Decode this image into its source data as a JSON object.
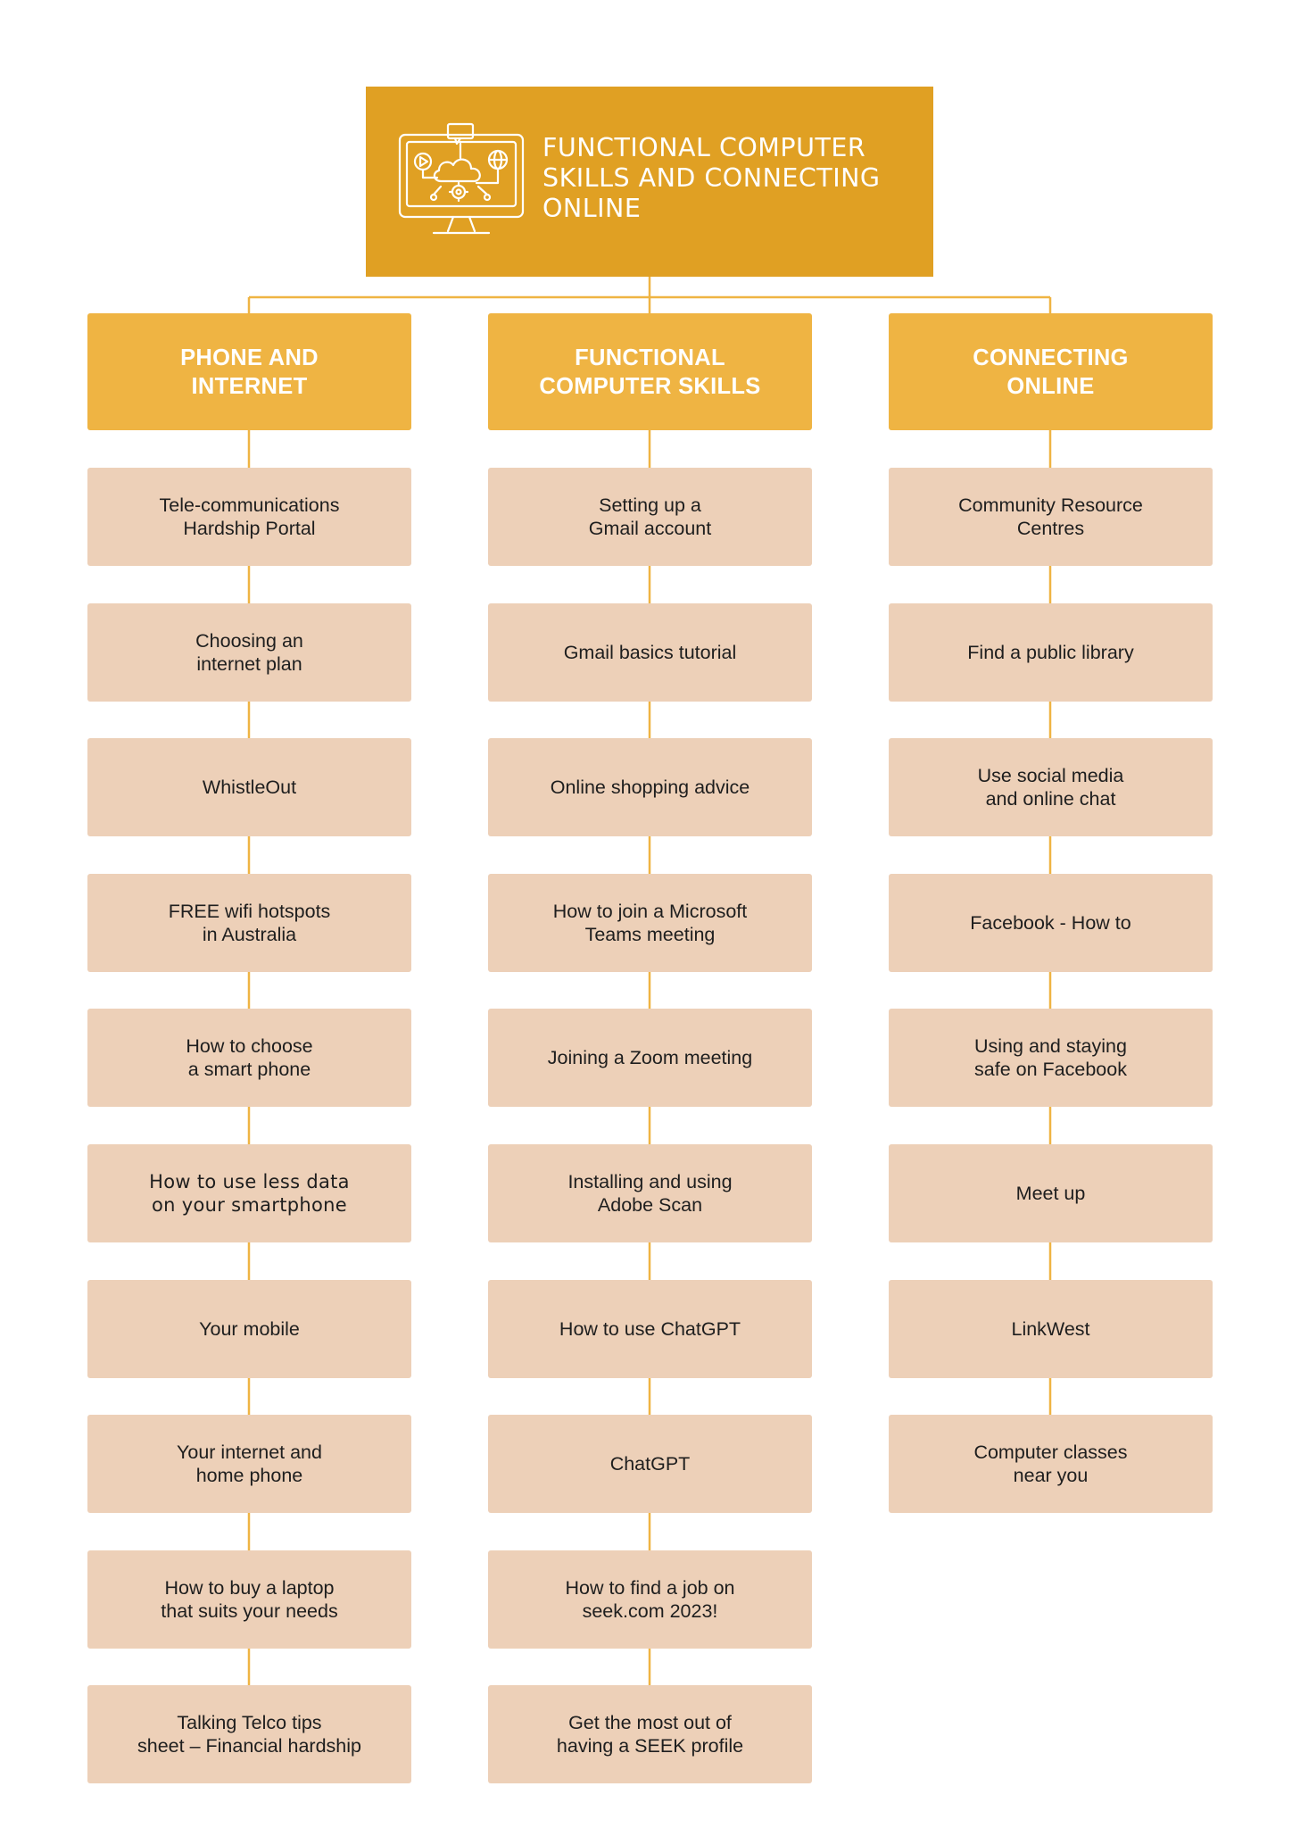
{
  "root": {
    "title": "FUNCTIONAL COMPUTER\nSKILLS AND CONNECTING\nONLINE",
    "icon": "computer-cloud-network-icon"
  },
  "colors": {
    "root_bg": "#e0a023",
    "header_bg": "#efb443",
    "item_bg": "#edd0b8",
    "connector": "#efb443"
  },
  "columns": [
    {
      "title": "PHONE AND\nINTERNET",
      "items": [
        "Tele-communications\nHardship Portal",
        "Choosing an\ninternet plan",
        "WhistleOut",
        "FREE wifi hotspots\nin Australia",
        "How to choose\na smart phone",
        "How to use less data\non your smartphone",
        "Your mobile",
        "Your internet and\nhome phone",
        "How to buy a laptop\nthat suits your needs",
        "Talking Telco tips\nsheet – Financial hardship"
      ]
    },
    {
      "title": "FUNCTIONAL\nCOMPUTER SKILLS",
      "items": [
        "Setting up a\nGmail account",
        "Gmail basics tutorial",
        "Online shopping advice",
        "How to join a Microsoft\nTeams meeting",
        "Joining a Zoom meeting",
        "Installing and using\nAdobe Scan",
        "How to use ChatGPT",
        "ChatGPT",
        "How to find a job on\nseek.com 2023!",
        "Get the most out of\nhaving a SEEK profile"
      ]
    },
    {
      "title": "CONNECTING\nONLINE",
      "items": [
        "Community Resource\nCentres",
        "Find a public library",
        "Use social media\nand online chat",
        "Facebook  - How to",
        "Using and staying\nsafe on Facebook",
        "Meet up",
        "LinkWest",
        "Computer classes\nnear you"
      ]
    }
  ]
}
